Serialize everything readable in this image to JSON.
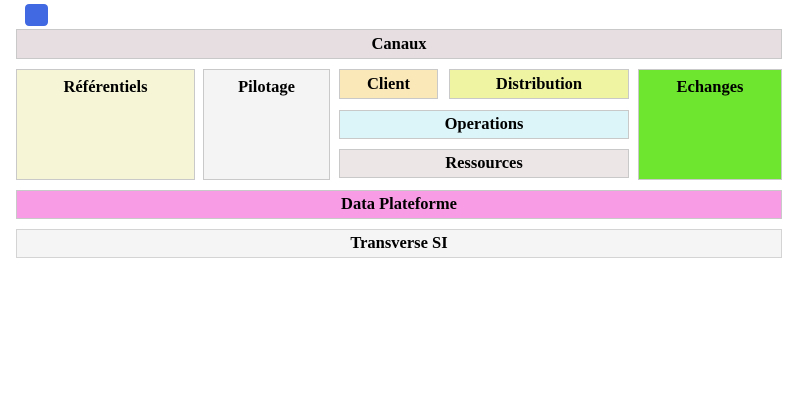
{
  "icon": {
    "name": "blue-square",
    "color": "#4169E1"
  },
  "diagram": {
    "blocks": {
      "canaux": {
        "label": "Canaux",
        "bg": "#E6DEE1"
      },
      "referentiels": {
        "label": "Référentiels",
        "bg": "#F6F6D7"
      },
      "pilotage": {
        "label": "Pilotage",
        "bg": "#F4F4F4"
      },
      "client": {
        "label": "Client",
        "bg": "#FAE8B8"
      },
      "distribution": {
        "label": "Distribution",
        "bg": "#EEF4A2"
      },
      "operations": {
        "label": "Operations",
        "bg": "#DCF5F8"
      },
      "ressources": {
        "label": "Ressources",
        "bg": "#EDE6E6"
      },
      "echanges": {
        "label": "Echanges",
        "bg": "#6EE52E"
      },
      "data_plateforme": {
        "label": "Data Plateforme",
        "bg": "#F99CE6"
      },
      "transverse_si": {
        "label": "Transverse SI",
        "bg": "#F5F5F5"
      }
    }
  }
}
